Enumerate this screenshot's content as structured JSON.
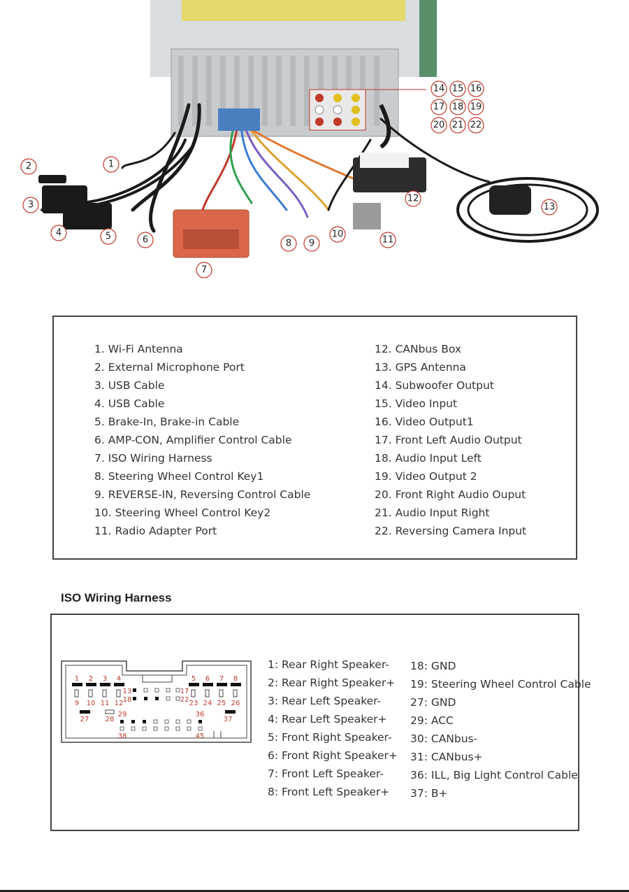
{
  "callouts": [
    "1",
    "2",
    "3",
    "4",
    "5",
    "6",
    "7",
    "8",
    "9",
    "10",
    "11",
    "12",
    "13",
    "14",
    "15",
    "16",
    "17",
    "18",
    "19",
    "20",
    "21",
    "22"
  ],
  "legend_left": [
    "1. Wi-Fi Antenna",
    "2. External Microphone Port",
    "3. USB Cable",
    "4. USB Cable",
    "5. Brake-In, Brake-in Cable",
    "6. AMP-CON, Amplifier Control Cable",
    "7. ISO Wiring Harness",
    "8. Steering Wheel Control Key1",
    "9. REVERSE-IN, Reversing Control Cable",
    "10. Steering Wheel Control Key2",
    "11. Radio Adapter Port"
  ],
  "legend_right": [
    "12. CANbus Box",
    "13. GPS Antenna",
    "14. Subwoofer Output",
    "15. Video Input",
    "16. Video Output1",
    "17. Front Left Audio Output",
    "18. Audio Input Left",
    "19. Video Output 2",
    "20. Front Right Audio Ouput",
    "21. Audio Input Right",
    "22. Reversing Camera Input"
  ],
  "iso_title": "ISO Wiring Harness",
  "connector_pins": {
    "row1": [
      "1",
      "2",
      "3",
      "4",
      "5",
      "6",
      "7",
      "8"
    ],
    "row2": [
      "9",
      "10",
      "11",
      "12",
      "23",
      "24",
      "25",
      "26"
    ],
    "mid_left": [
      "13",
      "18"
    ],
    "mid_right": [
      "17",
      "22"
    ],
    "row3": [
      "27",
      "28",
      "29",
      "36",
      "37"
    ],
    "bottom": [
      "38",
      "45"
    ]
  },
  "pins_left": [
    "1: Rear Right Speaker-",
    "2: Rear Right Speaker+",
    "3: Rear Left Speaker-",
    "4: Rear Left Speaker+",
    "5: Front Right Speaker-",
    "6: Front Right Speaker+",
    "7: Front Left Speaker-",
    "8: Front Left Speaker+"
  ],
  "pins_right": [
    "18: GND",
    "19: Steering Wheel Control Cable",
    "27: GND",
    "29: ACC",
    "30: CANbus-",
    "31: CANbus+",
    "36: ILL, Big Light Control Cable",
    "37: B+"
  ],
  "colors": {
    "callout": "#c0392b",
    "border": "#444444",
    "pin_label": "#c0392b",
    "iso_plug": "#d9674a",
    "canbus_box": "#2d2d2d"
  }
}
